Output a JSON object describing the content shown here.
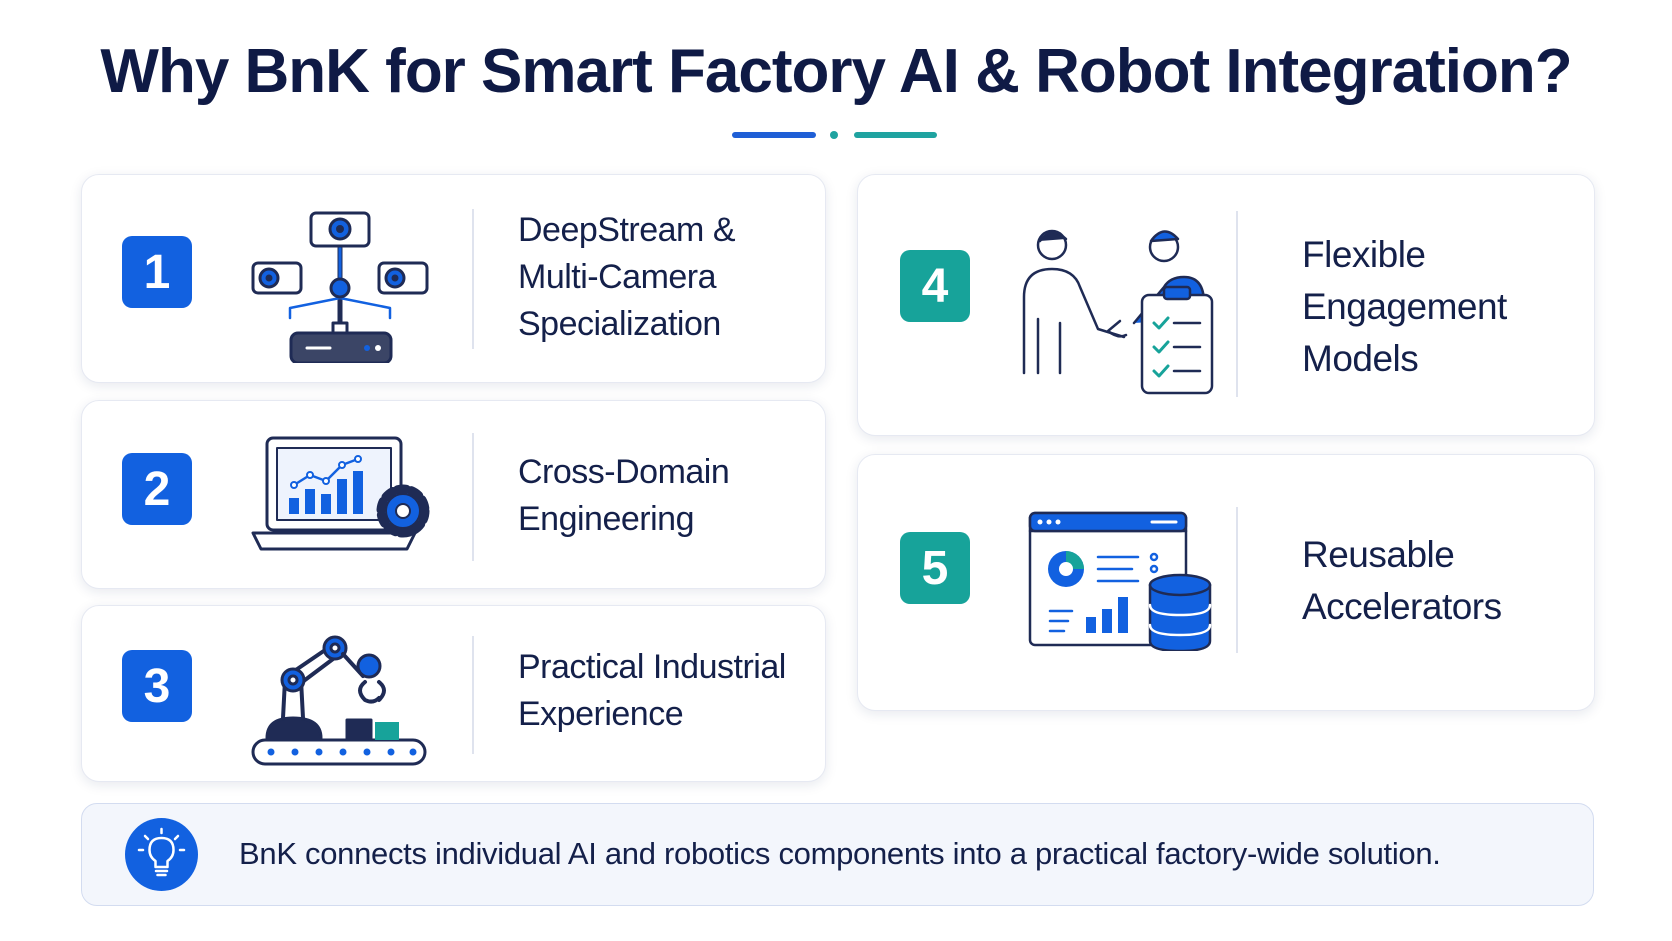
{
  "title": "Why BnK for Smart Factory AI & Robot Integration?",
  "colors": {
    "blue": "#1261e0",
    "teal": "#17a39a",
    "navy": "#14204a"
  },
  "cards": [
    {
      "number": "1",
      "icon": "multi-camera-icon",
      "lines": [
        "DeepStream &",
        "Multi-Camera",
        "Specialization"
      ]
    },
    {
      "number": "2",
      "icon": "laptop-chart-gear-icon",
      "lines": [
        "Cross-Domain",
        "Engineering"
      ]
    },
    {
      "number": "3",
      "icon": "robot-arm-conveyor-icon",
      "lines": [
        "Practical Industrial",
        "Experience"
      ]
    },
    {
      "number": "4",
      "icon": "handshake-checklist-icon",
      "lines": [
        "Flexible",
        "Engagement",
        "Models"
      ]
    },
    {
      "number": "5",
      "icon": "dashboard-database-icon",
      "lines": [
        "Reusable",
        "Accelerators"
      ]
    }
  ],
  "footer": {
    "icon": "lightbulb-icon",
    "text": "BnK connects individual AI and robotics components into a practical factory-wide solution."
  }
}
